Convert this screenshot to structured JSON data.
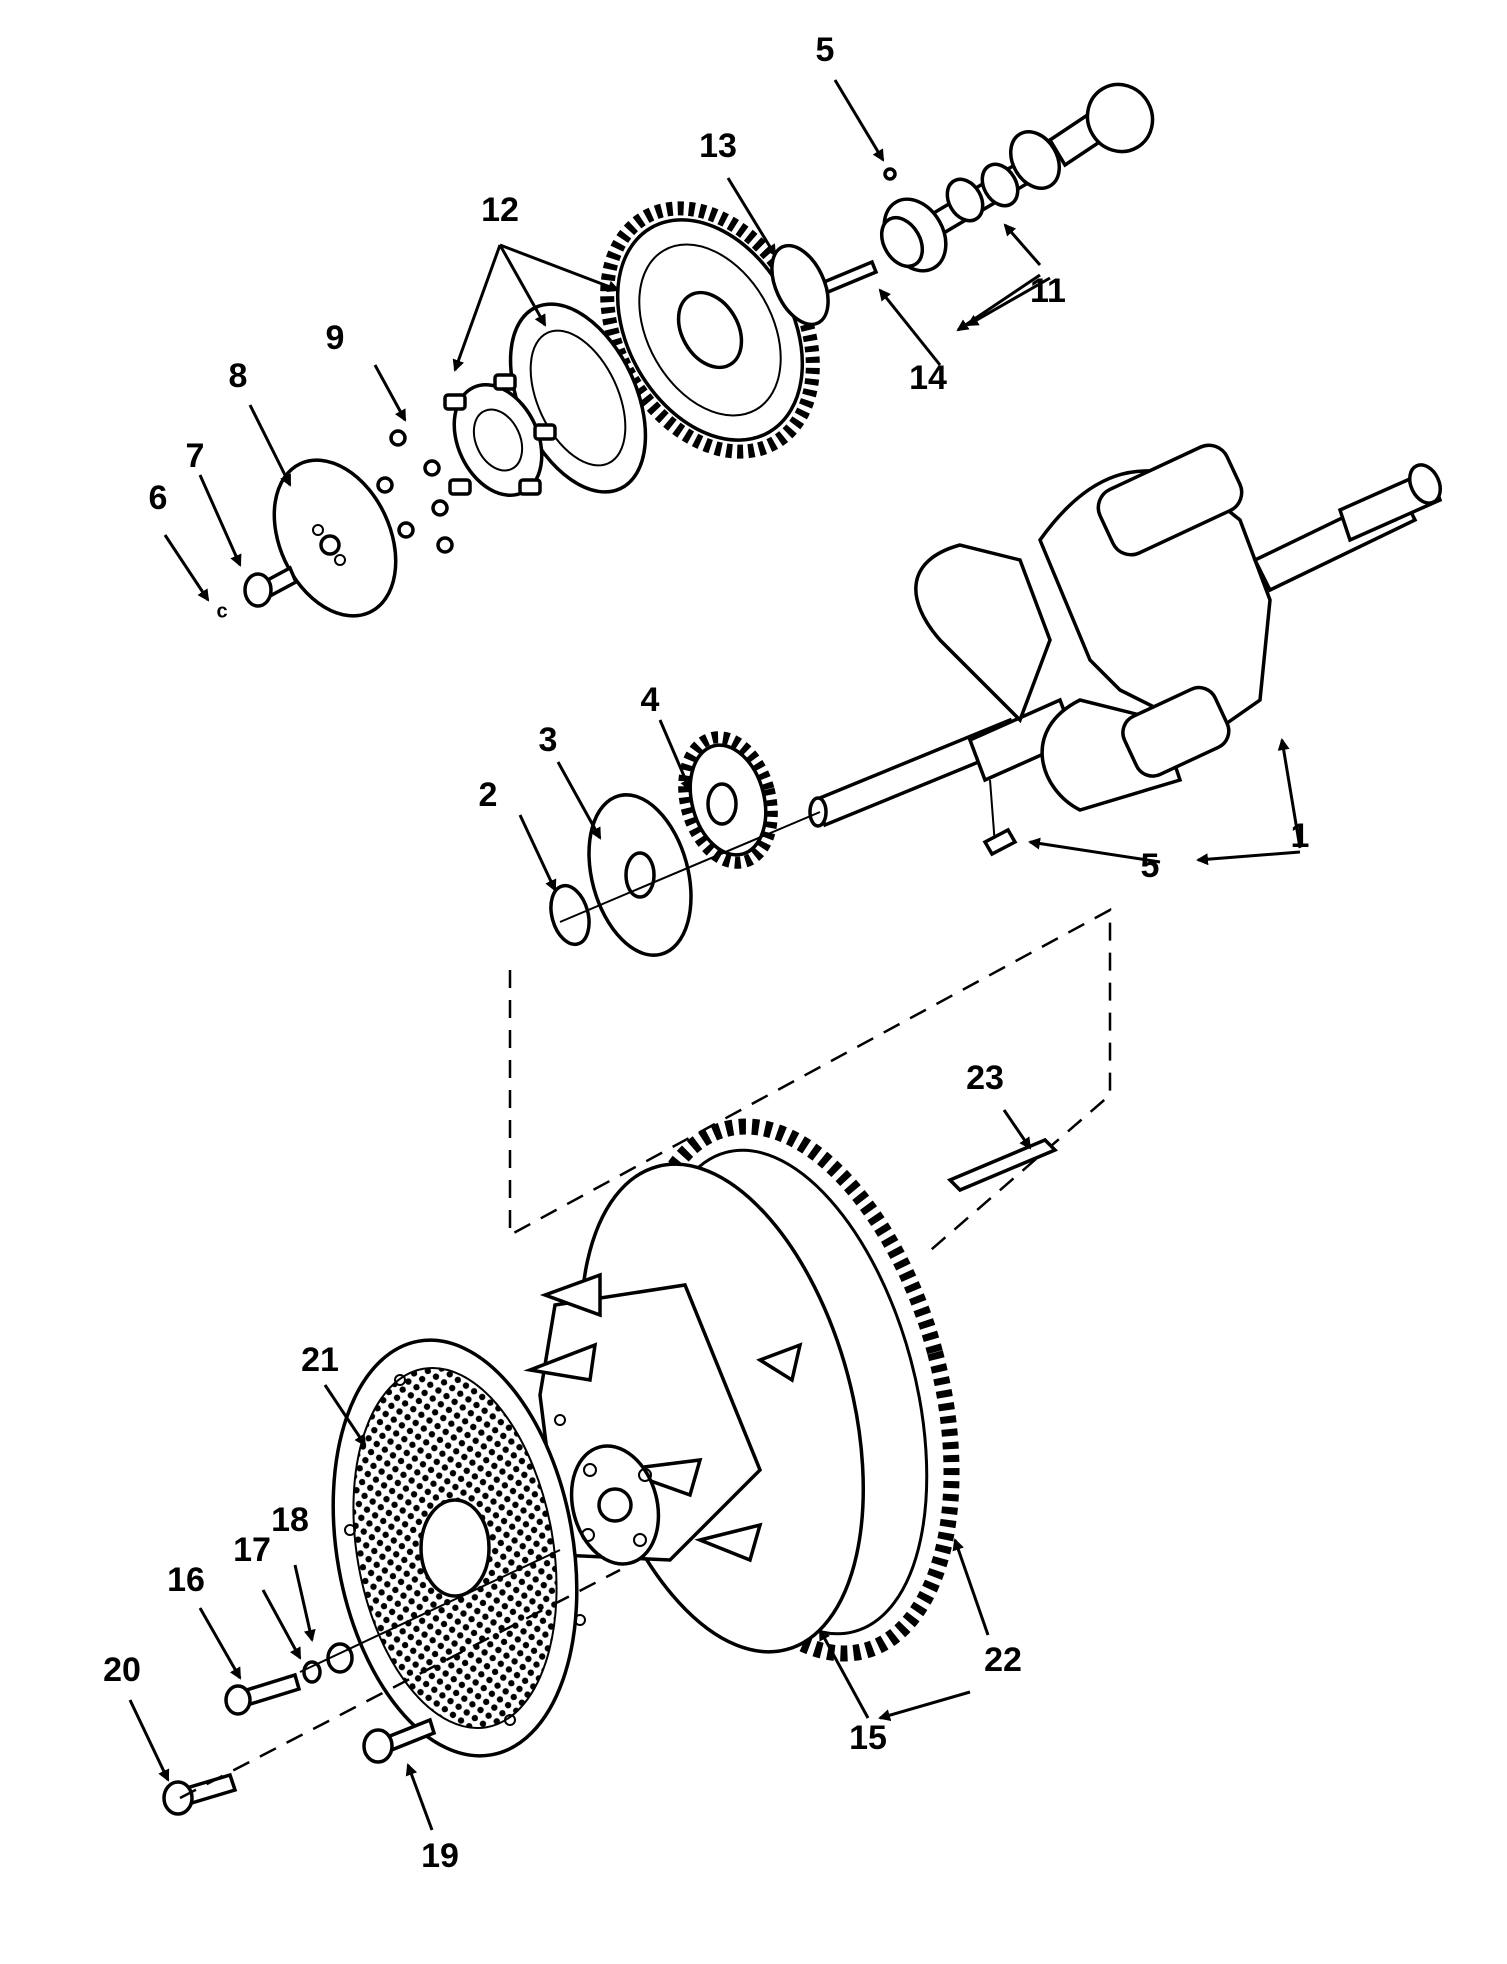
{
  "callouts": {
    "c1": "1",
    "c2": "2",
    "c3": "3",
    "c4": "4",
    "c5a": "5",
    "c5b": "5",
    "c6": "6",
    "c7": "7",
    "c8": "8",
    "c9": "9",
    "c11": "11",
    "c12": "12",
    "c13": "13",
    "c14": "14",
    "c15": "15",
    "c16": "16",
    "c17": "17",
    "c18": "18",
    "c19": "19",
    "c20": "20",
    "c21": "21",
    "c22": "22",
    "c23": "23"
  }
}
